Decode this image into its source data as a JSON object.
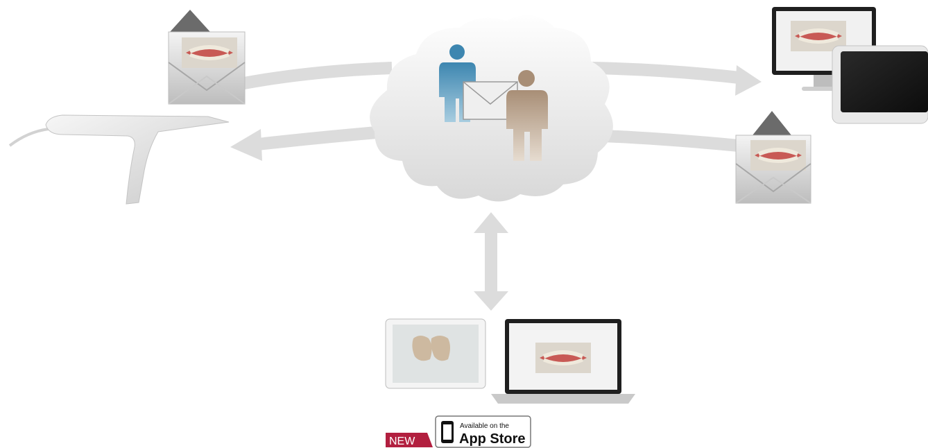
{
  "badge": {
    "new_label": "NEW"
  },
  "app_store": {
    "line1": "Available on the",
    "line2": "App Store",
    "icon": "phone-icon"
  },
  "colors": {
    "arrow": "#dcdcdc",
    "cloud_top": "#fdfdfd",
    "cloud_bottom": "#d9d9d9",
    "person_blue": "#4a8fb4",
    "person_tan": "#b29c86",
    "new_badge": "#b21f3f",
    "gums": "#c85a55",
    "teeth": "#efe9dc"
  },
  "icons": {
    "scanner": "intraoral-scanner-icon",
    "cloud": "cloud-icon",
    "sender": "person-icon",
    "receiver": "person-icon",
    "mail": "envelope-icon",
    "desktop": "desktop-monitor-icon",
    "milling_unit": "milling-unit-icon",
    "tablet": "tablet-icon",
    "laptop": "laptop-icon"
  }
}
